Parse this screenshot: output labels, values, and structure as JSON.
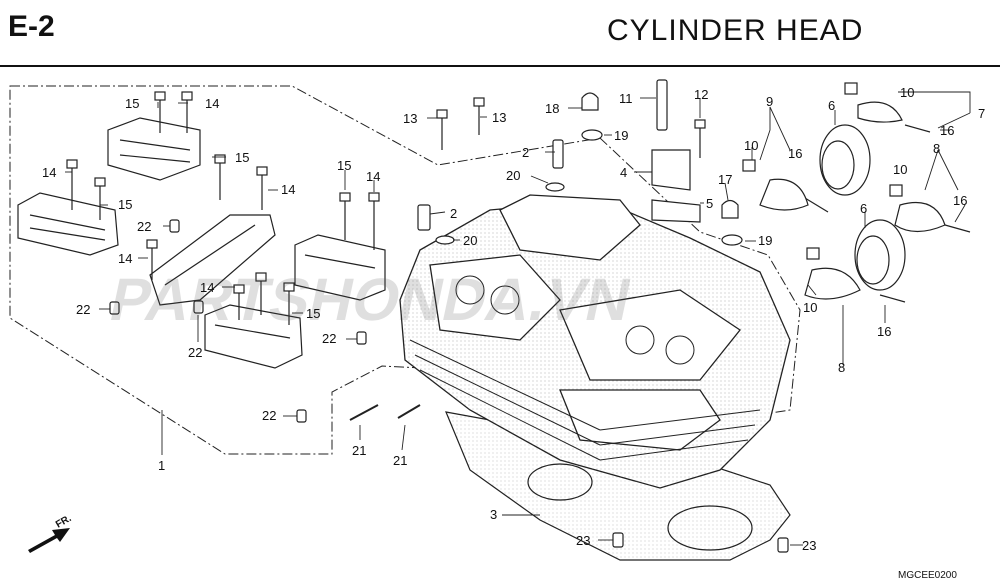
{
  "header": {
    "code": "E-2",
    "title": "CYLINDER  HEAD"
  },
  "footer": {
    "drawing_code": "MGCEE0200",
    "front_marker": "FR."
  },
  "callouts": [
    {
      "id": "c1",
      "text": "1"
    },
    {
      "id": "c2a",
      "text": "2"
    },
    {
      "id": "c2b",
      "text": "2"
    },
    {
      "id": "c3",
      "text": "3"
    },
    {
      "id": "c4",
      "text": "4"
    },
    {
      "id": "c5",
      "text": "5"
    },
    {
      "id": "c6a",
      "text": "6"
    },
    {
      "id": "c6b",
      "text": "6"
    },
    {
      "id": "c7",
      "text": "7"
    },
    {
      "id": "c8a",
      "text": "8"
    },
    {
      "id": "c8b",
      "text": "8"
    },
    {
      "id": "c9",
      "text": "9"
    },
    {
      "id": "c10a",
      "text": "10"
    },
    {
      "id": "c10b",
      "text": "10"
    },
    {
      "id": "c10c",
      "text": "10"
    },
    {
      "id": "c10d",
      "text": "10"
    },
    {
      "id": "c11",
      "text": "11"
    },
    {
      "id": "c12",
      "text": "12"
    },
    {
      "id": "c13a",
      "text": "13"
    },
    {
      "id": "c13b",
      "text": "13"
    },
    {
      "id": "c14a",
      "text": "14"
    },
    {
      "id": "c14b",
      "text": "14"
    },
    {
      "id": "c14c",
      "text": "14"
    },
    {
      "id": "c14d",
      "text": "14"
    },
    {
      "id": "c14e",
      "text": "14"
    },
    {
      "id": "c14f",
      "text": "14"
    },
    {
      "id": "c15a",
      "text": "15"
    },
    {
      "id": "c15b",
      "text": "15"
    },
    {
      "id": "c15c",
      "text": "15"
    },
    {
      "id": "c15d",
      "text": "15"
    },
    {
      "id": "c15e",
      "text": "15"
    },
    {
      "id": "c16a",
      "text": "16"
    },
    {
      "id": "c16b",
      "text": "16"
    },
    {
      "id": "c16c",
      "text": "16"
    },
    {
      "id": "c16d",
      "text": "16"
    },
    {
      "id": "c17",
      "text": "17"
    },
    {
      "id": "c18",
      "text": "18"
    },
    {
      "id": "c19a",
      "text": "19"
    },
    {
      "id": "c19b",
      "text": "19"
    },
    {
      "id": "c20a",
      "text": "20"
    },
    {
      "id": "c20b",
      "text": "20"
    },
    {
      "id": "c21a",
      "text": "21"
    },
    {
      "id": "c21b",
      "text": "21"
    },
    {
      "id": "c22a",
      "text": "22"
    },
    {
      "id": "c22b",
      "text": "22"
    },
    {
      "id": "c22c",
      "text": "22"
    },
    {
      "id": "c22d",
      "text": "22"
    },
    {
      "id": "c22e",
      "text": "22"
    },
    {
      "id": "c23a",
      "text": "23"
    },
    {
      "id": "c23b",
      "text": "23"
    }
  ]
}
